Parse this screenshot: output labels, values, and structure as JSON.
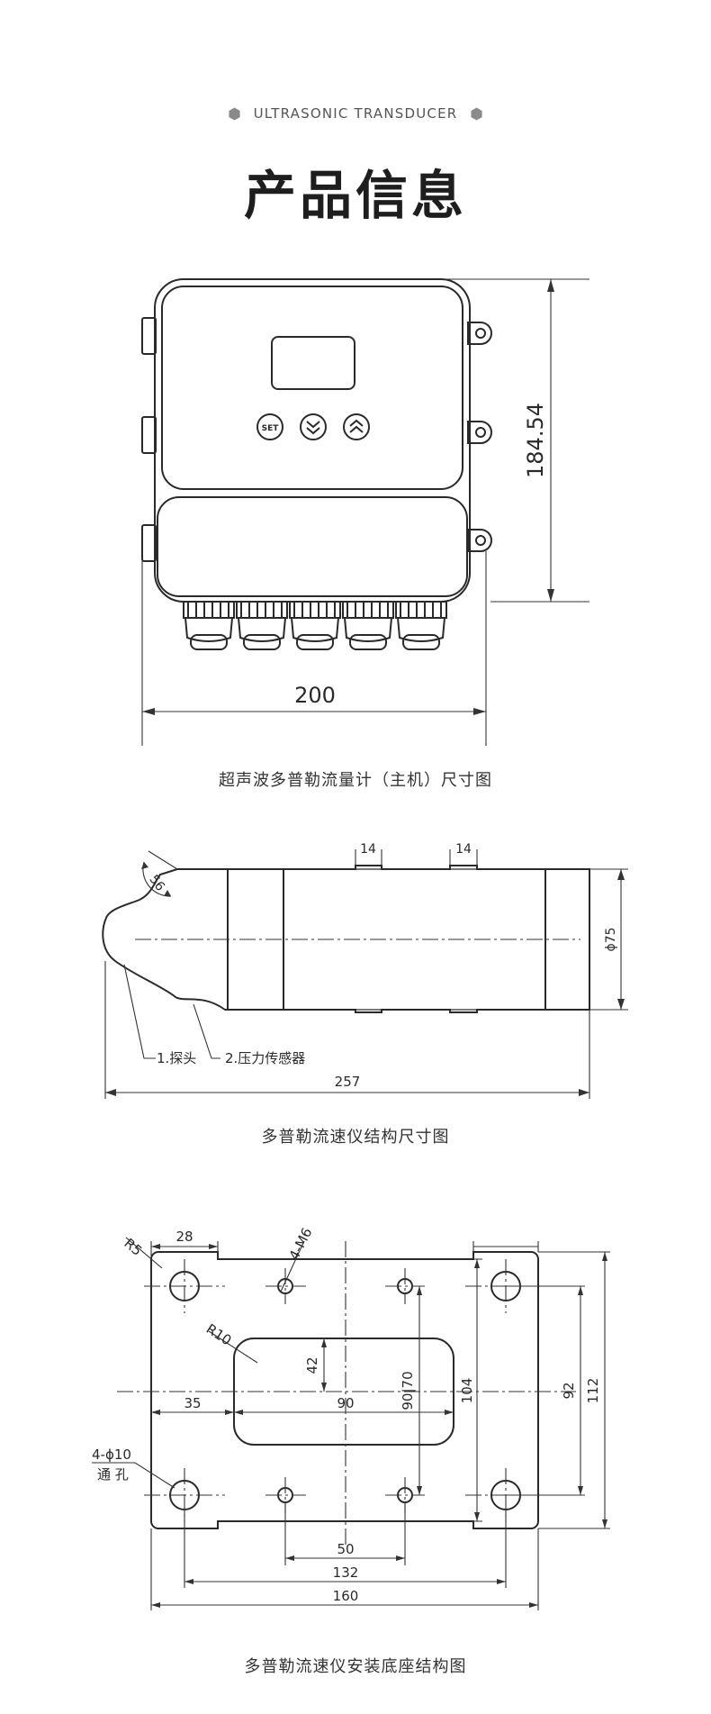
{
  "header": {
    "subtitle": "ULTRASONIC TRANSDUCER",
    "title": "产品信息",
    "accent_color": "#8a8a8a",
    "decor_icon": "hexagon-icon"
  },
  "figure1": {
    "caption": "超声波多普勒流量计（主机）尺寸图",
    "width_label": "200",
    "height_label": "184.54",
    "buttons": [
      "SET",
      "chevron-down-icon",
      "chevron-up-icon"
    ]
  },
  "figure2": {
    "caption": "多普勒流速仪结构尺寸图",
    "angle_label": "56",
    "slot_label_1": "14",
    "slot_label_2": "14",
    "diameter_label": "ϕ75",
    "length_label": "257",
    "part_1": "1.探头",
    "part_2": "2.压力传感器"
  },
  "figure3": {
    "caption": "多普勒流速仪安装底座结构图",
    "r5": "R5",
    "d28": "28",
    "m6": "4-M6",
    "r10": "R10",
    "d42": "42",
    "d35": "35",
    "d90": "90",
    "d90_70": "90|70",
    "d104": "104",
    "d92": "92",
    "d112": "112",
    "hole_label": "4-ϕ10",
    "hole_note": "通 孔",
    "d50": "50",
    "d132": "132",
    "d160": "160"
  }
}
